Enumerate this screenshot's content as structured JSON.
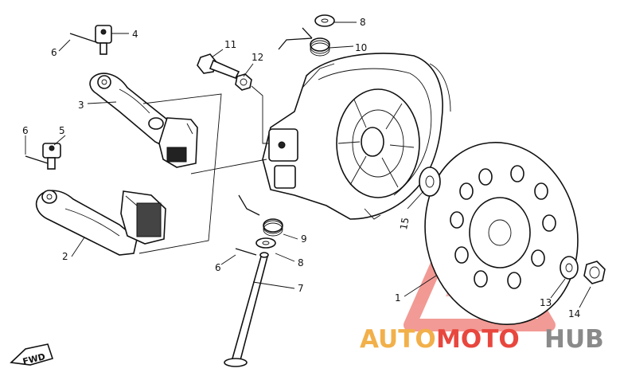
{
  "callouts": {
    "c1": "1",
    "c2": "2",
    "c3": "3",
    "c4": "4",
    "c5": "5",
    "c6a": "6",
    "c6b": "6",
    "c6c": "6",
    "c7": "7",
    "c8a": "8",
    "c8b": "8",
    "c9": "9",
    "c10": "10",
    "c11": "11",
    "c12": "12",
    "c13": "13",
    "c14": "14",
    "c15": "15"
  },
  "fwd_label": "FWD",
  "watermark": {
    "part1": "AUTO",
    "part2": "MOTO",
    "part3": "HUB",
    "colors": {
      "gold": "#f2b04a",
      "red": "#e8473e",
      "gray": "#8a8a8a"
    }
  }
}
